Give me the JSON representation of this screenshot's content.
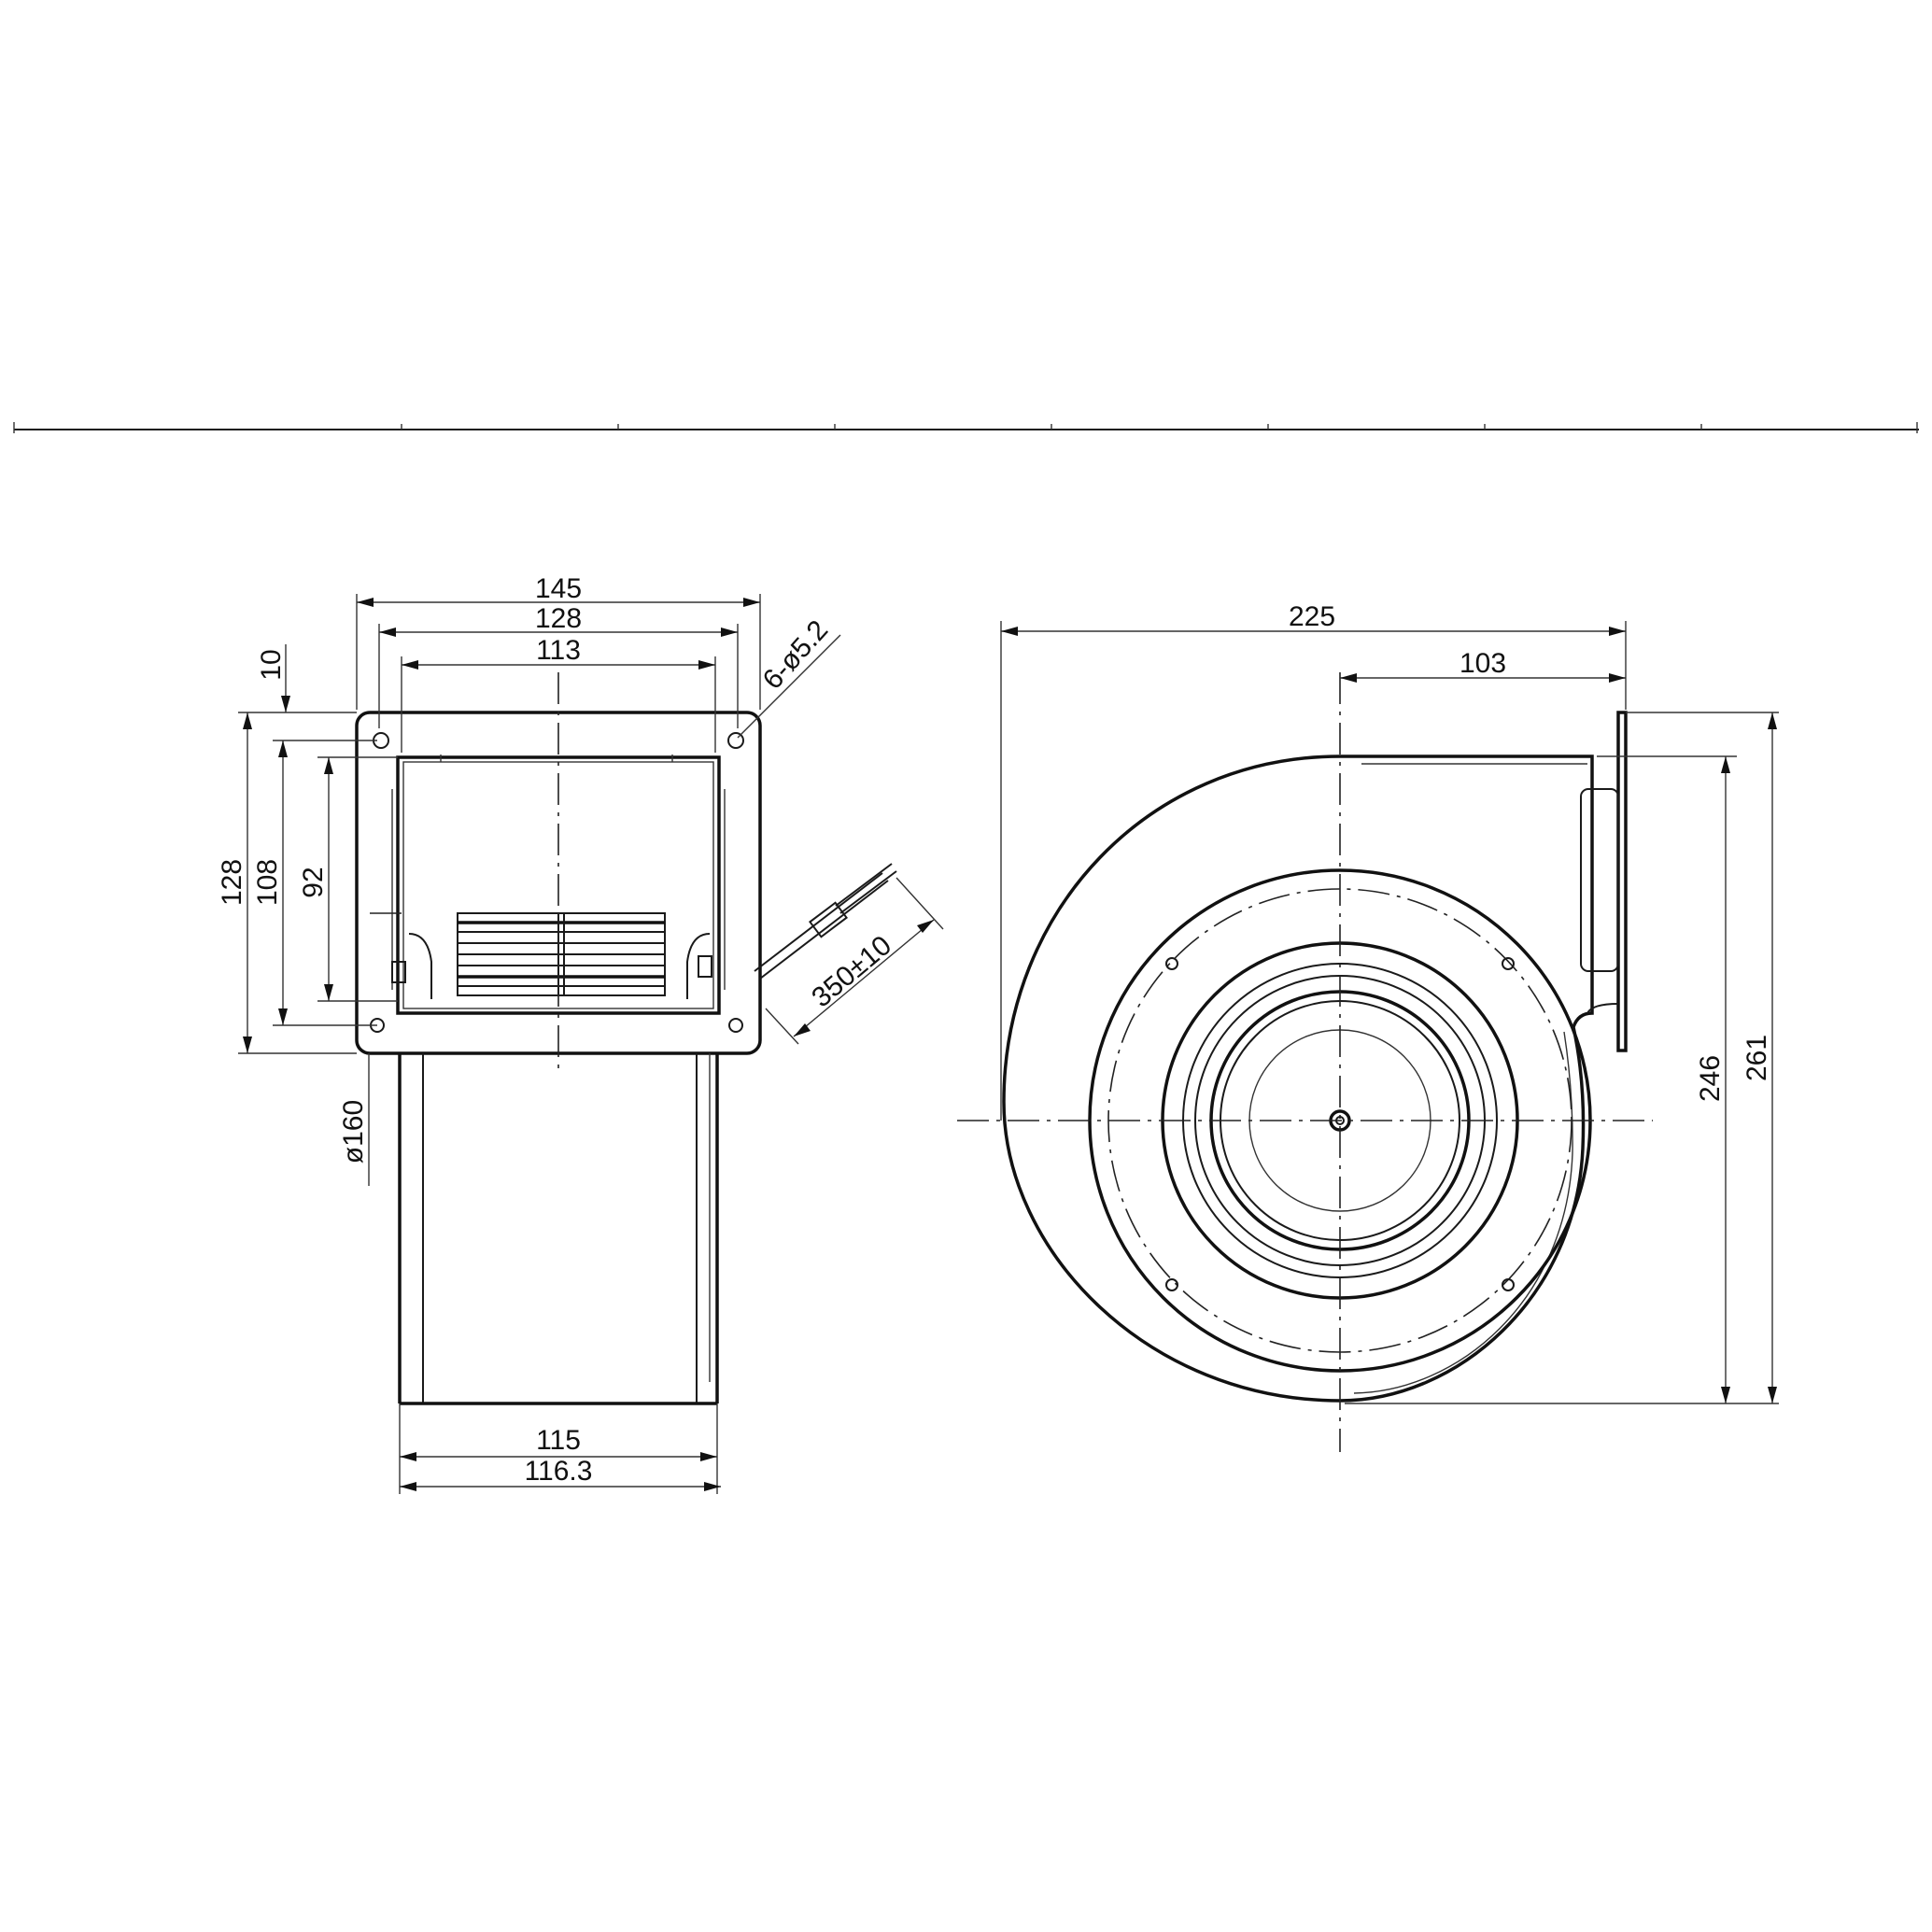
{
  "drawing": {
    "front_view": {
      "dims": {
        "width_overall": "145",
        "width_holes": "128",
        "width_opening": "113",
        "edge_offset": "10",
        "height_overall": "128",
        "height_holes": "108",
        "height_opening": "92",
        "holes_note": "6-ø5.2",
        "cable_length": "350±10",
        "housing_diameter": "ø160",
        "width_body": "115",
        "width_body_max": "116.3"
      }
    },
    "side_view": {
      "dims": {
        "length_overall": "225",
        "outlet_to_axis": "103",
        "height_inner": "246",
        "height_overall": "261"
      }
    }
  }
}
